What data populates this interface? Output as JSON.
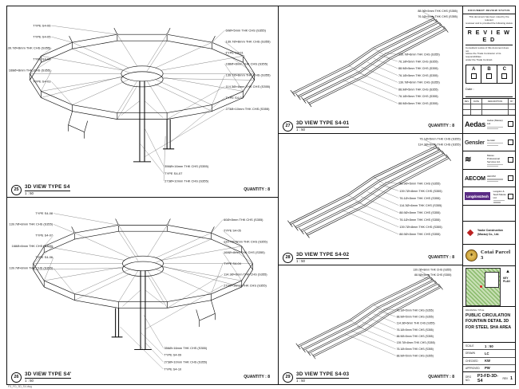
{
  "panels": [
    {
      "num": "25",
      "title": "3D VIEW TYPE S4",
      "scale": "1 : 50",
      "quantity": "QUANTITY : 8",
      "labels": [
        "TYPE S4-06",
        "TYPE S4-05",
        "139.7Ø×8mm THK CHS (S355)",
        "TYPE S4-04",
        "168Ø×8mm THK CHS (S355)",
        "TYPE S4-03",
        "60Ø×5mm THK CHS (S355)",
        "139.7Ø×8mm THK CHS (S355)",
        "TYPE S4-01",
        "168Ø×8mm THK CHS (S355)",
        "139.7Ø×8mm THK CHS (S355)",
        "114.3Ø×6mm THK CHS (S355)",
        "TYPE S4-02",
        "273Ø×10mm THK CHS (S355)",
        "356Ø×16mm THK CHS (S355)",
        "TYPE S4-07",
        "273Ø×10mm THK CHS (S355)"
      ]
    },
    {
      "num": "26",
      "title": "3D VIEW TYPE S4'",
      "scale": "1 : 50",
      "quantity": "QUANTITY : 8",
      "labels": [
        "TYPE S4-08",
        "139.7Ø×8mm THK CHS (S355)",
        "TYPE S4-07",
        "168Ø×8mm THK CHS (S355)",
        "TYPE S4-06",
        "139.7Ø×8mm THK CHS (S355)",
        "60Ø×5mm THK CHS (S355)",
        "TYPE S4-05",
        "139.7Ø×8mm THK CHS (S355)",
        "168Ø×8mm THK CHS (S355)",
        "TYPE S4-04",
        "114.3Ø×6mm THK CHS (S355)",
        "273Ø×10mm THK CHS (S355)",
        "356Ø×16mm THK CHS (S355)",
        "TYPE S4-09",
        "273Ø×10mm THK CHS (S355)",
        "TYPE S4-10"
      ]
    },
    {
      "num": "27",
      "title": "3D VIEW TYPE S4-01",
      "scale": "1 : 50",
      "quantity": "QUANTITY : 8",
      "labels": [
        "88.9Ø×5mm THK CHS (S355)",
        "76.1Ø×5mm THK CHS (S355)",
        "139.7Ø×8mm THK CHS (S355)",
        "76.1Ø×5mm THK CHS (S355)",
        "88.9Ø×5mm THK CHS (S355)",
        "76.1Ø×5mm THK CHS (S355)",
        "139.7Ø×8mm THK CHS (S355)",
        "88.9Ø×5mm THK CHS (S355)",
        "76.1Ø×5mm THK CHS (S355)",
        "88.9Ø×5mm THK CHS (S355)"
      ]
    },
    {
      "num": "28",
      "title": "3D VIEW TYPE S4-02",
      "scale": "1 : 50",
      "quantity": "QUANTITY : 8",
      "labels": [
        "76.1Ø×5mm THK CHS (S355)",
        "114.3Ø×6mm THK CHS (S355)",
        "88.9Ø×5mm THK CHS (S355)",
        "139.7Ø×8mm THK CHS (S355)",
        "76.1Ø×5mm THK CHS (S355)",
        "114.3Ø×6mm THK CHS (S355)",
        "88.9Ø×5mm THK CHS (S355)",
        "76.1Ø×5mm THK CHS (S355)",
        "139.7Ø×8mm THK CHS (S355)",
        "88.9Ø×5mm THK CHS (S355)"
      ]
    },
    {
      "num": "29",
      "title": "3D VIEW TYPE S4-03",
      "scale": "1 : 50",
      "quantity": "QUANTITY : 8",
      "labels": [
        "139.7Ø×8mm THK CHS (S355)",
        "88.9Ø×5mm THK CHS (S355)",
        "76.1Ø×5mm THK CHS (S355)",
        "88.9Ø×5mm THK CHS (S355)",
        "114.3Ø×6mm THK CHS (S355)",
        "76.1Ø×5mm THK CHS (S355)",
        "88.9Ø×5mm THK CHS (S355)",
        "139.7Ø×8mm THK CHS (S355)",
        "76.1Ø×5mm THK CHS (S355)",
        "88.9Ø×5mm THK CHS (S355)"
      ]
    }
  ],
  "titleblock": {
    "top_strip": "DOCUMENT REVIEW STATUS",
    "stamp": {
      "intro_lines": [
        "This document has been noted by the relevant",
        "reviewer and is provided the following status"
      ],
      "reviewed": "R E V I E W E D",
      "note_lines": [
        "Consultant review of this document does not",
        "relieve the Trade Contractor of its responsibilities",
        "under the Trade Contract."
      ],
      "options": [
        "A",
        "B",
        "C"
      ],
      "date_label": "Date :"
    },
    "rev_table_headers": [
      "REV",
      "DATE",
      "DESCRIPTION",
      "BY"
    ],
    "consultants": [
      {
        "logo": "Aedas",
        "name": "Aedas (Macau) Ltd."
      },
      {
        "logo": "Gensler",
        "name": "Gensler"
      },
      {
        "logo": "≋",
        "name": "Macau Professional Services Ltd."
      },
      {
        "logo": "AECOM",
        "name": "AECOM"
      },
      {
        "logo": "Langdon&Seah",
        "name": "Langdon & Seah Macau Ltd."
      }
    ],
    "contractor_lines": [
      "Yaoke Construction",
      "(Macau) Co., Ltd."
    ],
    "project_name": "Cotai Parcel 3",
    "key_plan_label": "KEY PLAN",
    "drawing_title_label": "DRAWING TITLE",
    "drawing_title_lines": [
      "PUBLIC CIRCULATION",
      "FOUNTAIN DETAIL 3D",
      "FOR STEEL SHA AREA"
    ],
    "fields": [
      {
        "label": "SCALE",
        "value": "1 : 50"
      },
      {
        "label": "DRAWN",
        "value": "LC"
      },
      {
        "label": "CHECKED",
        "value": "KW"
      },
      {
        "label": "APPROVED",
        "value": "PW"
      }
    ],
    "drg_no_label": "DRG NO.",
    "drg_no": "P3-FD-3D-S4",
    "rev_label": "REV",
    "rev": "1",
    "file_note": "P3_FD_3D_S4.dwg"
  }
}
